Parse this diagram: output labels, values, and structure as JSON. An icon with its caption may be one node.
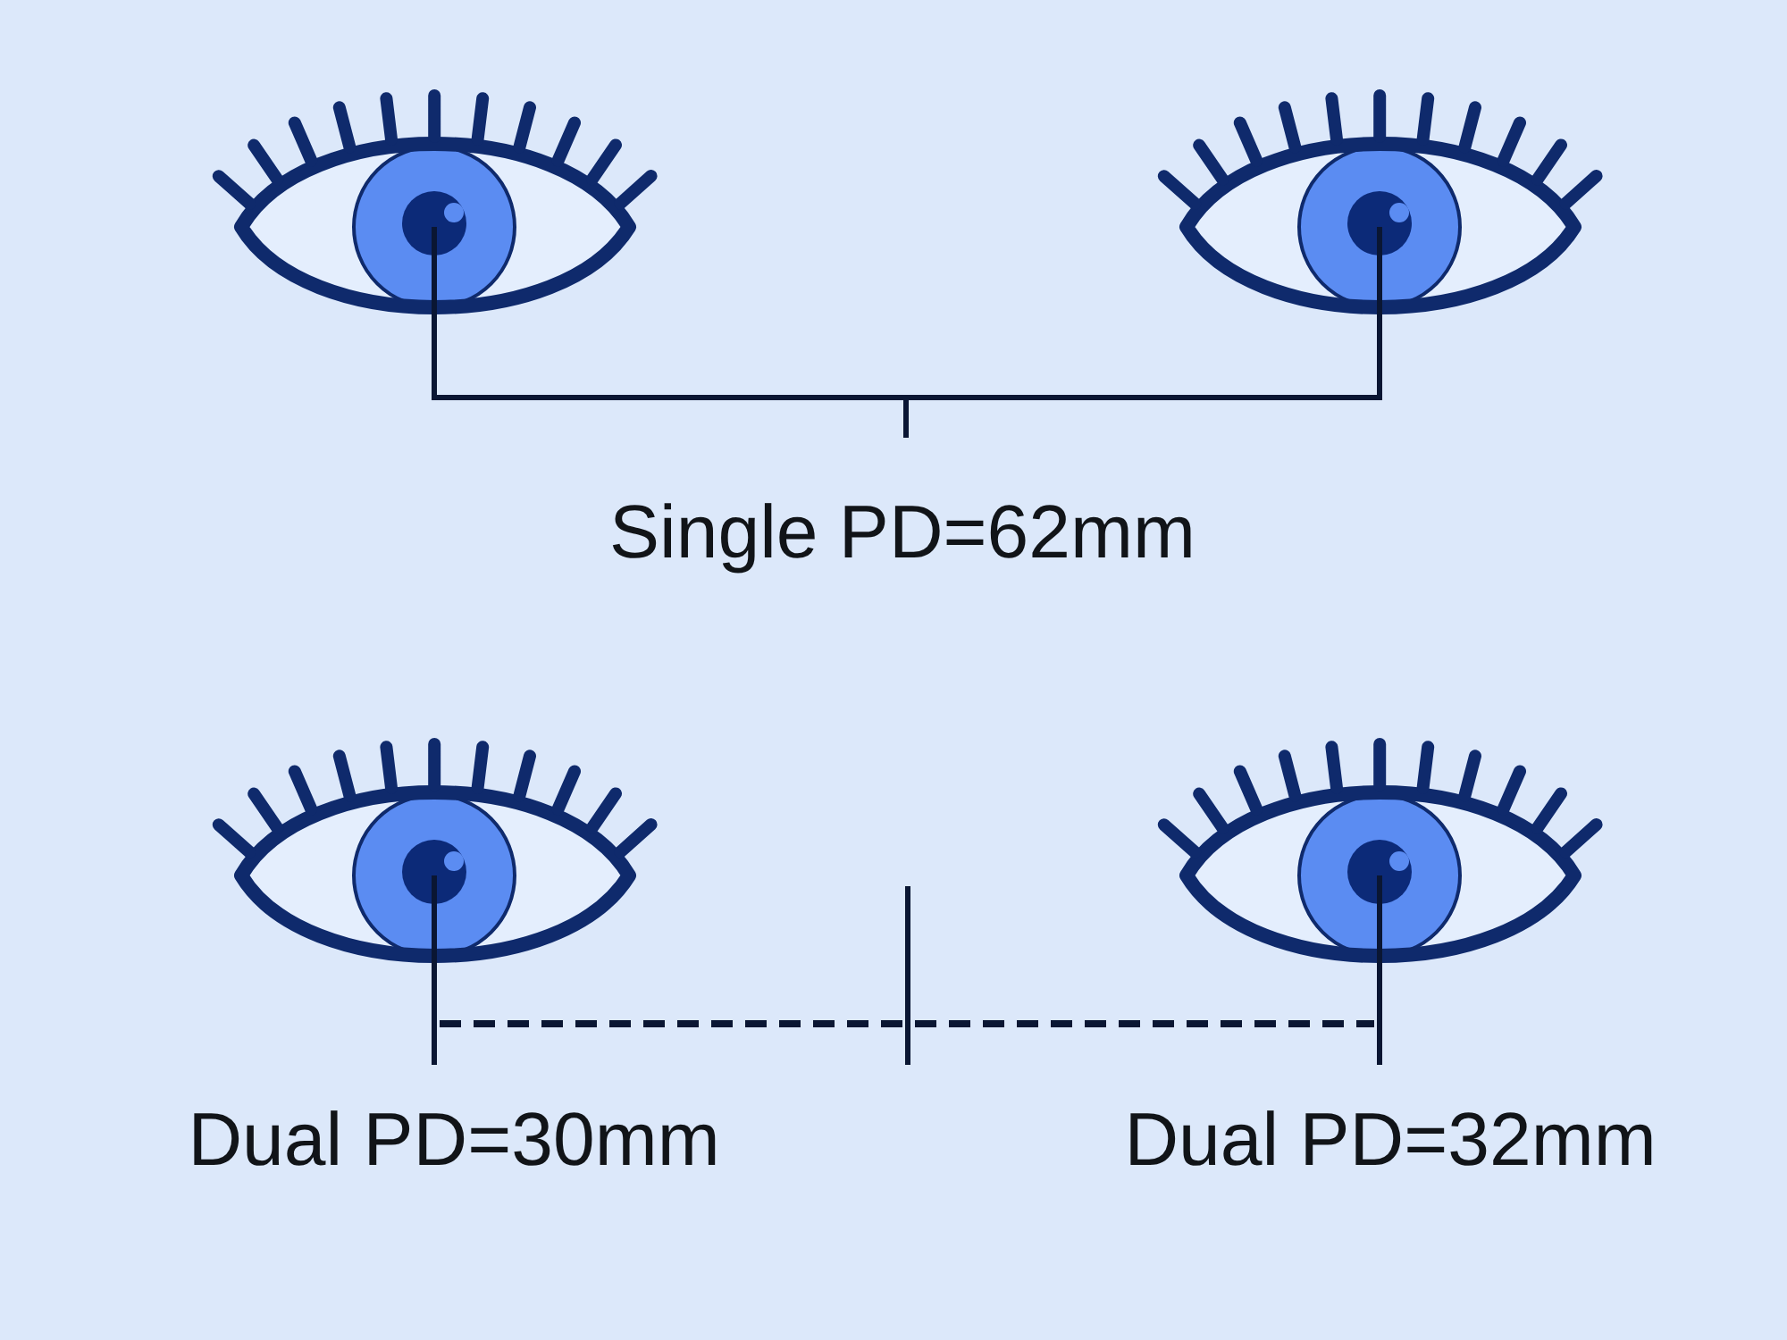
{
  "diagram": {
    "labels": [
      "Single PD=62mm",
      "Dual PD=30mm",
      "Dual PD=32mm"
    ]
  }
}
